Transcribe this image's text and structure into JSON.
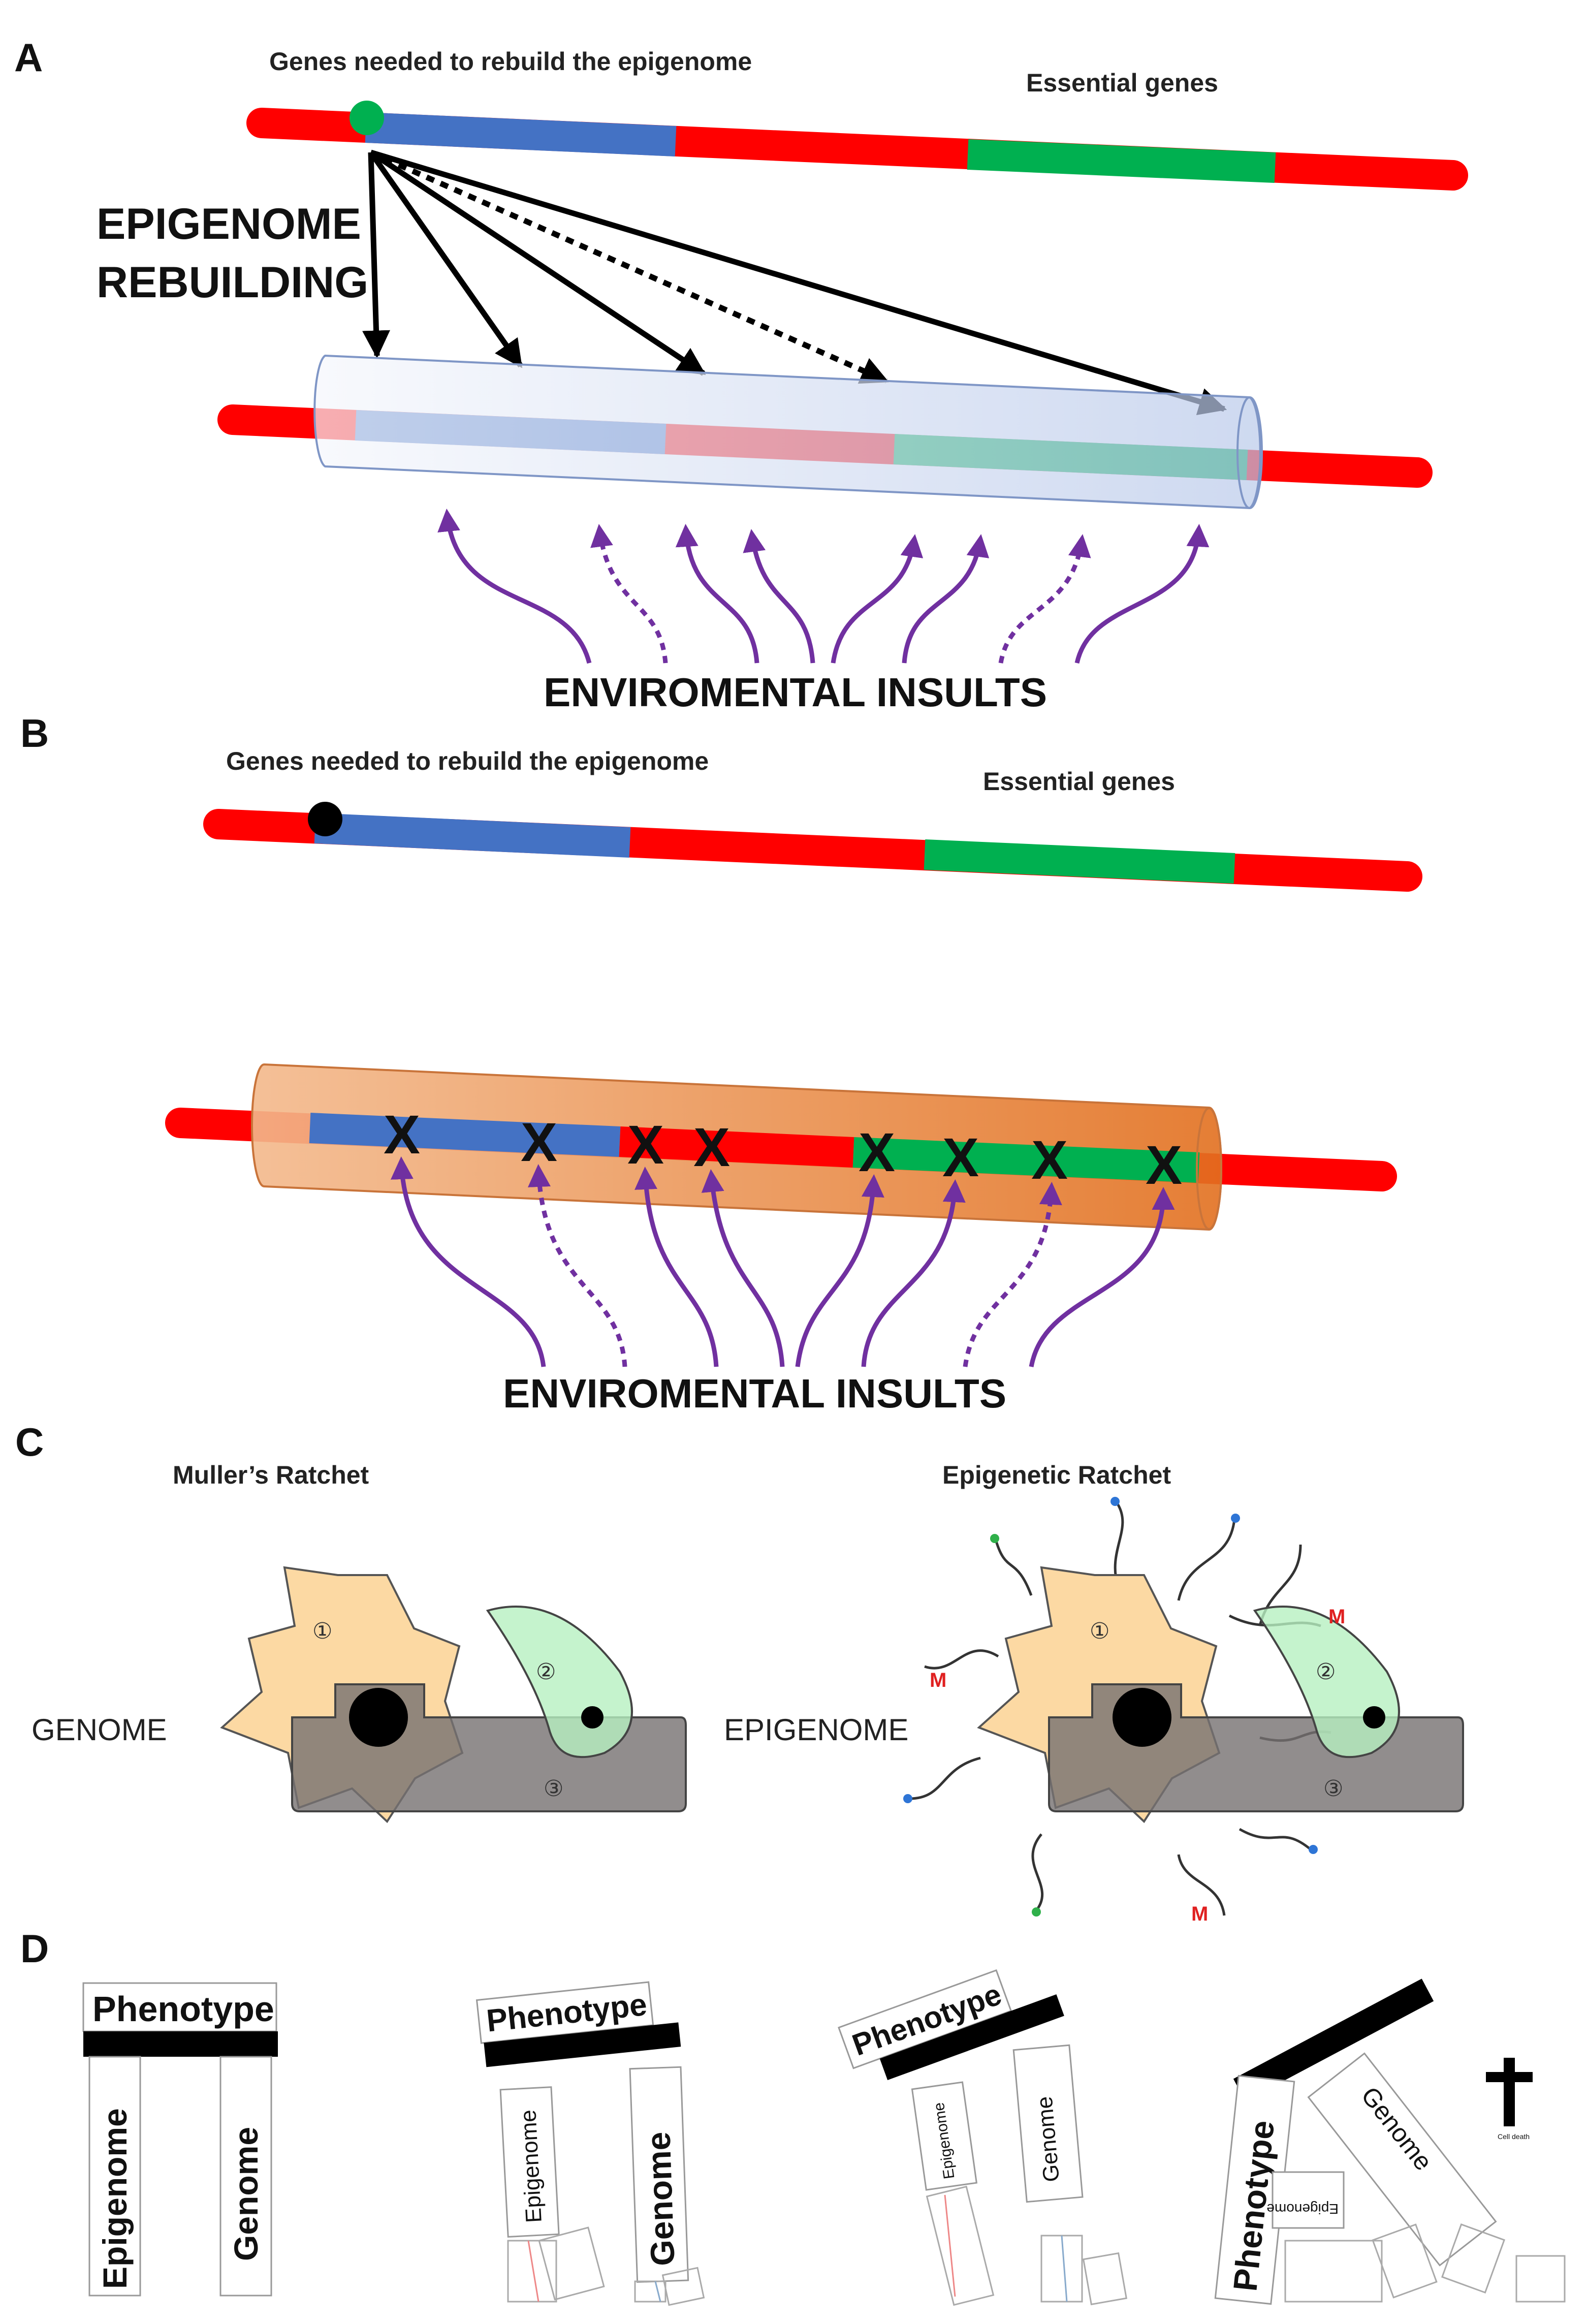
{
  "panels": {
    "a": {
      "letter": "A",
      "genes_rebuild_label": "Genes needed to rebuild the epigenome",
      "essential_label": "Essential genes",
      "rebuilding_line1": "EPIGENOME",
      "rebuilding_line2": "REBUILDING",
      "insults_label": "ENVIROMENTAL INSULTS"
    },
    "b": {
      "letter": "B",
      "genes_rebuild_label": "Genes needed to rebuild the epigenome",
      "essential_label": "Essential genes",
      "insults_label": "ENVIROMENTAL INSULTS",
      "mutation_mark": "X"
    },
    "c": {
      "letter": "C",
      "muller_title": "Muller’s Ratchet",
      "epi_title": "Epigenetic Ratchet",
      "genome_label": "GENOME",
      "epigenome_label": "EPIGENOME",
      "num1": "①",
      "num2": "②",
      "num3": "③",
      "methyl_mark": "M"
    },
    "d": {
      "letter": "D",
      "phenotype": "Phenotype",
      "epigenome": "Epigenome",
      "genome": "Genome",
      "cell_death": "Cell death"
    }
  },
  "colors": {
    "dna_red": "#ff0000",
    "gene_blue": "#4472c4",
    "gene_green": "#00b050",
    "rebuild_dot": "#00b050",
    "tube_light": "#dbe3f4",
    "tube_orange": "#ed7d31",
    "insult_purple": "#7030a0",
    "gear": "#fcd9a3",
    "pawl": "#b7f0c0",
    "base": "#767171"
  },
  "icons": {
    "gear": "ratchet-gear-icon",
    "pawl": "ratchet-pawl-icon",
    "cross": "cross-icon"
  }
}
